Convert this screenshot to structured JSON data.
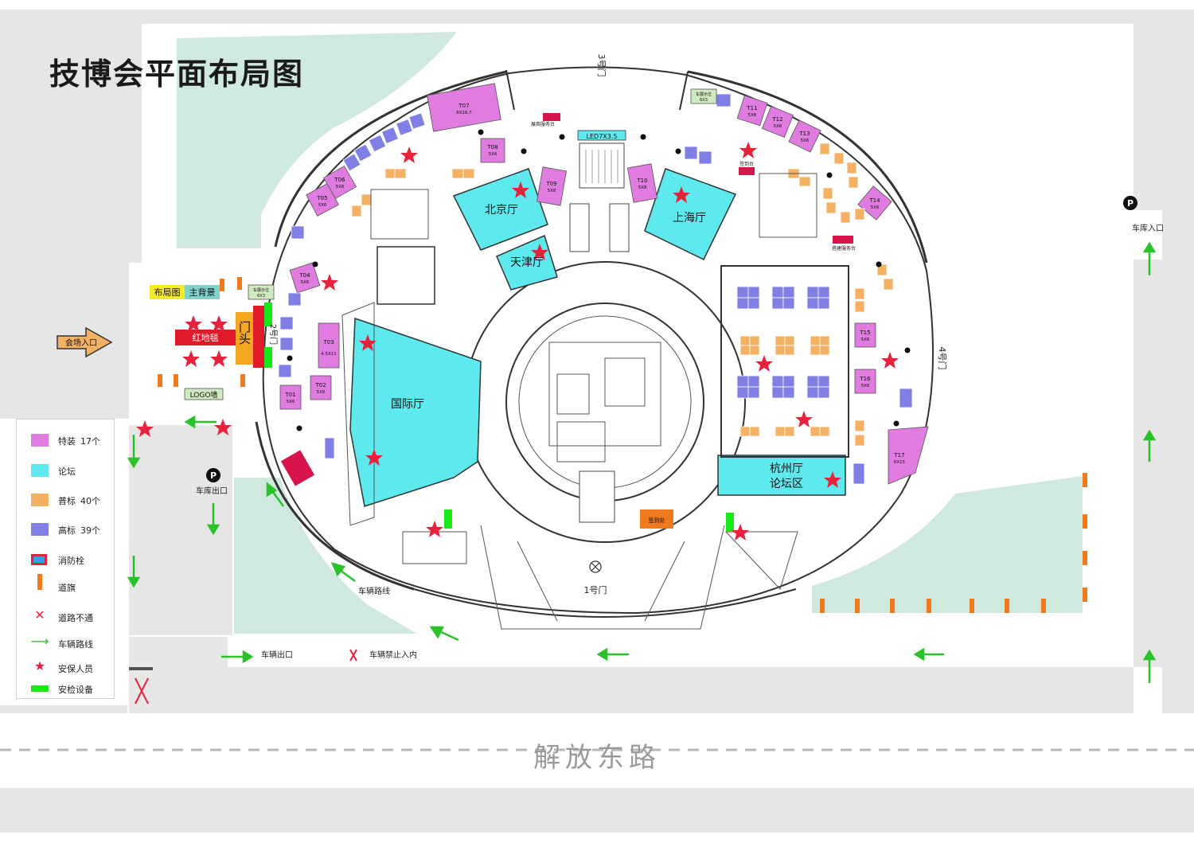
{
  "title": "技博会平面布局图",
  "halls": {
    "beijing": "北京厅",
    "tianjin": "天津厅",
    "shanghai": "上海厅",
    "guoji": "国际厅",
    "hangzhou_1": "杭州厅",
    "hangzhou_2": "论坛区"
  },
  "gates": {
    "gate1": "1号门",
    "gate2": "2号门",
    "gate3": "3号门",
    "gate4": "4号门"
  },
  "labels": {
    "entrance": "会场入口",
    "red_carpet": "红地毯",
    "door_head": "门头",
    "layout_board": "布局图",
    "main_backdrop": "主背景",
    "logo_wall": "LOGO墙",
    "led": "LED7X3.5",
    "exhibitor_service": "展商服务台",
    "build_service": "搭建服务台",
    "checkin_1": "签到台",
    "checkin_2": "签到处",
    "car_display_1": "车展示位",
    "car_display_2": "车展示位",
    "car_display_size": "6X3",
    "garage_entry": "车库入口",
    "garage_exit": "车库出口",
    "vehicle_route": "车辆路线",
    "vehicle_exit": "车辆出口",
    "no_entry": "车辆禁止入内",
    "road": "解放东路",
    "parking": "P"
  },
  "legend": [
    {
      "label": "特装",
      "count": "17个",
      "color": "#e07be0",
      "type": "box"
    },
    {
      "label": "论坛",
      "count": "",
      "color": "#5ee9ee",
      "type": "box"
    },
    {
      "label": "普标",
      "count": "40个",
      "color": "#f5b163",
      "type": "box"
    },
    {
      "label": "高标",
      "count": "39个",
      "color": "#7f7fe6",
      "type": "box"
    },
    {
      "label": "消防栓",
      "count": "",
      "color": "#e8223c",
      "type": "hydrant"
    },
    {
      "label": "道旗",
      "count": "",
      "color": "#f07a1e",
      "type": "flag"
    },
    {
      "label": "道路不通",
      "count": "",
      "color": "#e8223c",
      "type": "cross"
    },
    {
      "label": "车辆路线",
      "count": "",
      "color": "#29c229",
      "type": "arrow"
    },
    {
      "label": "安保人员",
      "count": "",
      "color": "#e8223c",
      "type": "star"
    },
    {
      "label": "安检设备",
      "count": "",
      "color": "#18e818",
      "type": "bar"
    }
  ],
  "special_booths": [
    {
      "id": "T01",
      "size": "5X6"
    },
    {
      "id": "T02",
      "size": "5X6"
    },
    {
      "id": "T03",
      "size": "4.5X11"
    },
    {
      "id": "T04",
      "size": "5X6"
    },
    {
      "id": "T05",
      "size": "5X6"
    },
    {
      "id": "T06",
      "size": "5X6"
    },
    {
      "id": "T07",
      "size": "6X16.7"
    },
    {
      "id": "T08",
      "size": "5X6"
    },
    {
      "id": "T09",
      "size": "5X8"
    },
    {
      "id": "T10",
      "size": "5X8"
    },
    {
      "id": "T11",
      "size": "5X6"
    },
    {
      "id": "T12",
      "size": "5X6"
    },
    {
      "id": "T13",
      "size": "5X6"
    },
    {
      "id": "T14",
      "size": "5X6"
    },
    {
      "id": "T15",
      "size": "5X6"
    },
    {
      "id": "T16",
      "size": "5X6"
    },
    {
      "id": "T17",
      "size": "6X15"
    }
  ],
  "colors": {
    "special": "#e07be0",
    "forum": "#5ee9ee",
    "standard": "#f5b163",
    "high": "#7f7fe6",
    "green_area": "#cfe9de",
    "road_gray": "#e6e6e6",
    "arrow": "#29c229",
    "star": "#e8223c",
    "flag": "#f07a1e",
    "security": "#18e818",
    "red_carpet": "#e01a2a",
    "door_head": "#f5a623",
    "label_yellow": "#f7ea2a",
    "label_teal": "#7fd3c8",
    "entrance_fill": "#f5b163"
  }
}
